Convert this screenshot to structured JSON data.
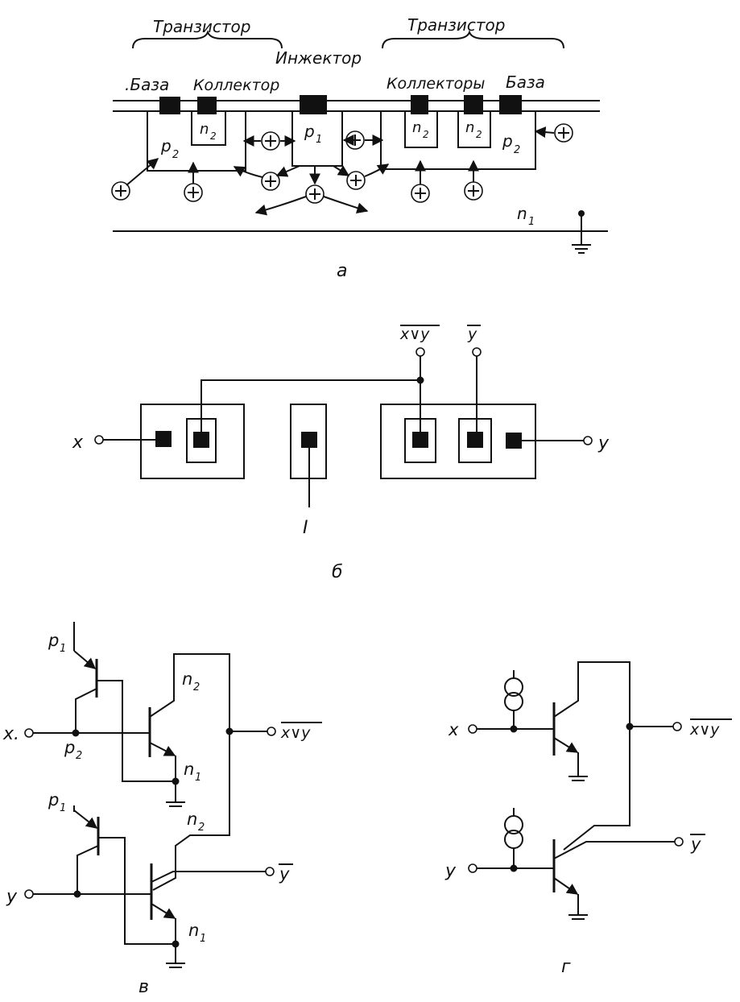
{
  "colors": {
    "ink": "#111111",
    "paper": "#ffffff"
  },
  "panel_a": {
    "caption": "а",
    "bracket_left": "Транзистор",
    "bracket_right": "Транзистор",
    "injector": "Инжектор",
    "base_left": ".База",
    "collector_left": "Коллектор",
    "collectors_right": "Коллекторы",
    "base_right": "База",
    "p2": "p",
    "sub2": "2",
    "n2": "n",
    "p1": "p",
    "sub1": "1",
    "n1": "n",
    "hole_symbol": "+"
  },
  "panel_b": {
    "caption": "б",
    "input_x": "x",
    "input_y": "y",
    "out_nor": "x∨y",
    "out_y": "y",
    "current": "I"
  },
  "panel_v": {
    "caption": "в",
    "p": "p",
    "n": "n",
    "sub1": "1",
    "sub2": "2",
    "input_x": "x.",
    "input_y": "y",
    "out_nor": "x∨y",
    "out_y": "y"
  },
  "panel_g": {
    "caption": "г",
    "input_x": "x",
    "input_y": "y",
    "out_nor": "x∨y",
    "out_y": "y"
  }
}
